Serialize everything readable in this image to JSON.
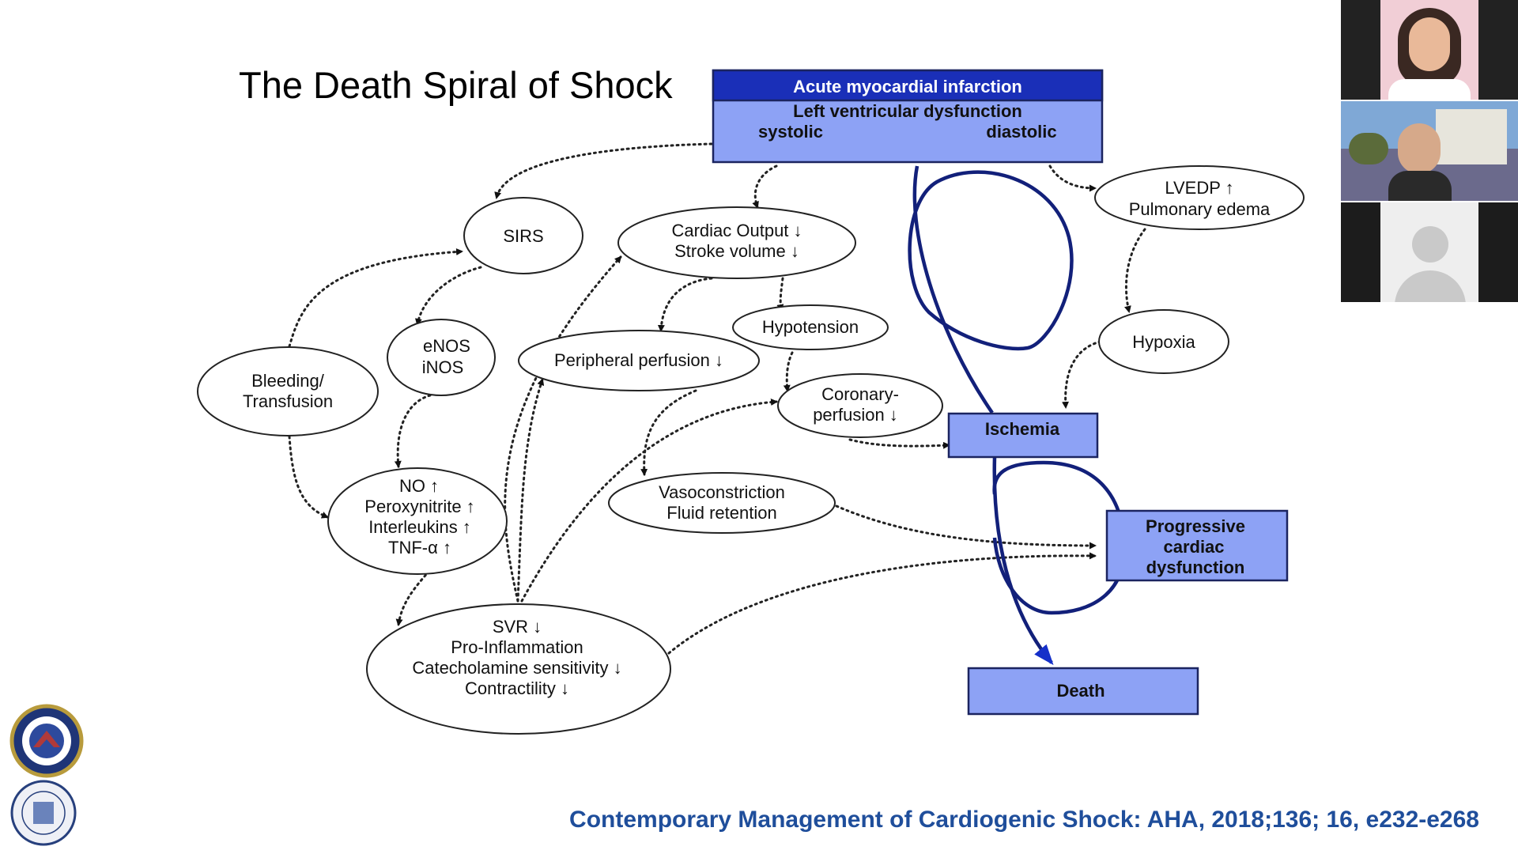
{
  "slide": {
    "title": "The Death Spiral of Shock",
    "reference": "Contemporary Management of Cardiogenic Shock: AHA, 2018;136; 16, e232-e268",
    "top_box": {
      "header": "Acute myocardial infarction",
      "line1": "Left ventricular dysfunction",
      "left": "systolic",
      "right": "diastolic"
    },
    "nodes": {
      "sirs": "SIRS",
      "cardiac_output": [
        "Cardiac Output ↓",
        "Stroke volume ↓"
      ],
      "lvedp": [
        "LVEDP ↑",
        "Pulmonary edema"
      ],
      "enos": [
        "eNOS",
        "iNOS"
      ],
      "hypotension": "Hypotension",
      "peripheral": "Peripheral perfusion ↓",
      "hypoxia": "Hypoxia",
      "bleeding": [
        "Bleeding/",
        "Transfusion"
      ],
      "coronary": [
        "Coronary-",
        "perfusion ↓"
      ],
      "ischemia": "Ischemia",
      "no_group": [
        "NO ↑",
        "Peroxynitrite ↑",
        "Interleukins ↑",
        "TNF-α ↑"
      ],
      "vasoconstriction": [
        "Vasoconstriction",
        "Fluid retention"
      ],
      "progressive": [
        "Progressive",
        "cardiac",
        "dysfunction"
      ],
      "svr_group": [
        "SVR ↓",
        "Pro-Inflammation",
        "Catecholamine sensitivity ↓",
        "Contractility ↓"
      ],
      "death": "Death"
    },
    "colors": {
      "box_fill": "#8da2f5",
      "header_fill": "#1a2fb8",
      "spiral": "#12207a",
      "reference": "#1f4e9b"
    }
  },
  "participants": [
    {
      "name": "participant-1",
      "video": "on"
    },
    {
      "name": "participant-2",
      "video": "on"
    },
    {
      "name": "participant-3",
      "video": "off"
    }
  ],
  "logos": [
    "va-seal-logo",
    "university-of-california-seal-logo"
  ]
}
